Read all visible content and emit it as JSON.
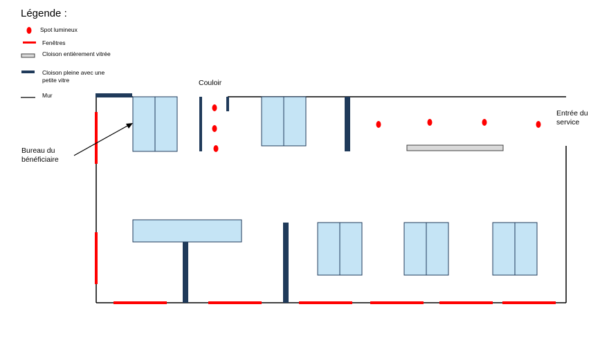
{
  "legend": {
    "title": "Légende :",
    "spot": "Spot lumineux",
    "windows": "Fenêtres",
    "glass_partition": "Cloison  entièrement vitrée",
    "solid_partition": "Cloison pleine avec une petite vitre",
    "wall": "Mur"
  },
  "labels": {
    "corridor": "Couloir",
    "beneficiary_office": "Bureau du bénéficiaire",
    "entrance": "Entrée du service"
  },
  "colors": {
    "wall": "#000000",
    "window": "#ff0000",
    "spot": "#ff0000",
    "desk_fill": "#c5e4f5",
    "desk_stroke": "#1f3a5a",
    "solid_partition": "#1f3a5a",
    "glass_partition_fill": "#d9d9d9",
    "glass_partition_stroke": "#404040"
  }
}
